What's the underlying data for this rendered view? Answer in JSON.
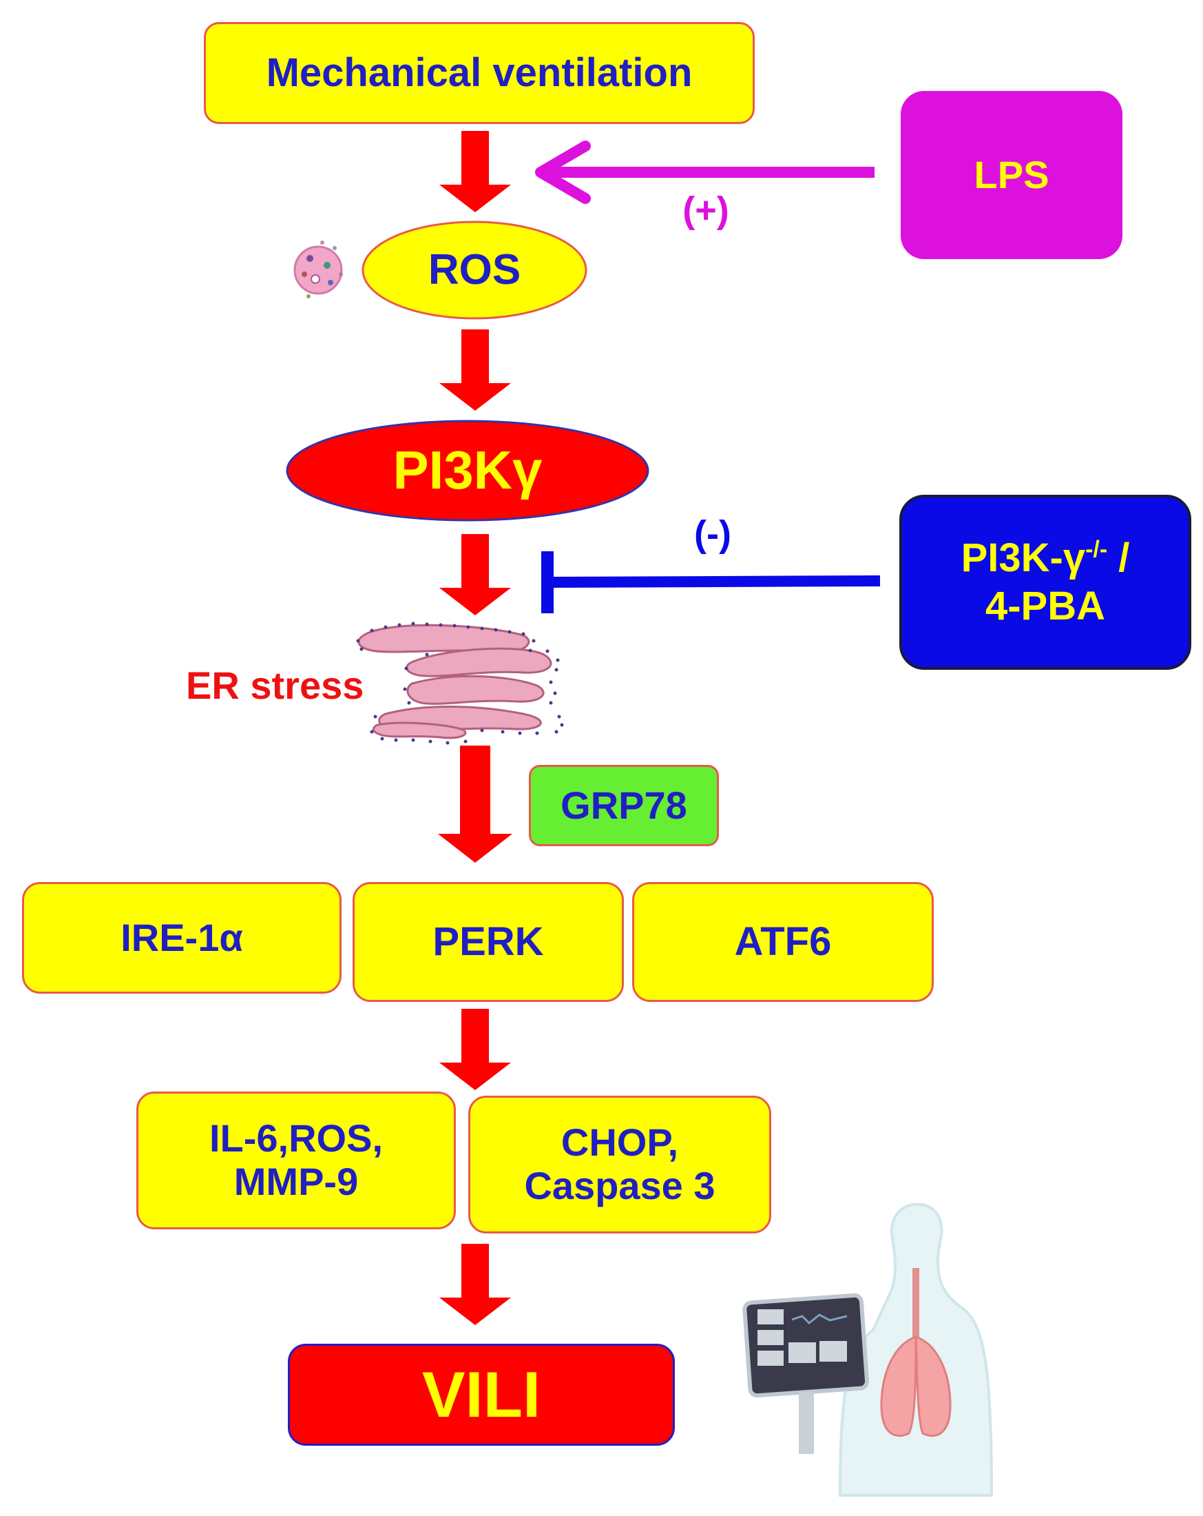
{
  "nodes": {
    "mechanical_ventilation": "Mechanical ventilation",
    "lps": "LPS",
    "lps_effect": "(+)",
    "ros": "ROS",
    "pi3k": "PI3Kγ",
    "inhibitor_line1": "PI3K-γ",
    "inhibitor_superscript": "-/-",
    "inhibitor_line1_suffix": " /",
    "inhibitor_line2": "4-PBA",
    "inhibitor_effect": "(-)",
    "er_stress": "ER stress",
    "grp78": "GRP78",
    "ire1a": "IRE-1α",
    "perk": "PERK",
    "atf6": "ATF6",
    "il6_ros_mmp9": "IL-6,ROS,\nMMP-9",
    "chop_caspase3": "CHOP,\nCaspase 3",
    "vili": "VILI"
  },
  "colors": {
    "box_yellow": "#ffff00",
    "box_border": "#e85a4a",
    "text_blue": "#1f1fc4",
    "arrow_red": "#ff0000",
    "lps_magenta": "#dd11dd",
    "inhibitor_blue": "#0a0ae6",
    "grp78_green": "#66ee33",
    "vili_red": "#ff0000",
    "text_yellow": "#ffff00"
  }
}
